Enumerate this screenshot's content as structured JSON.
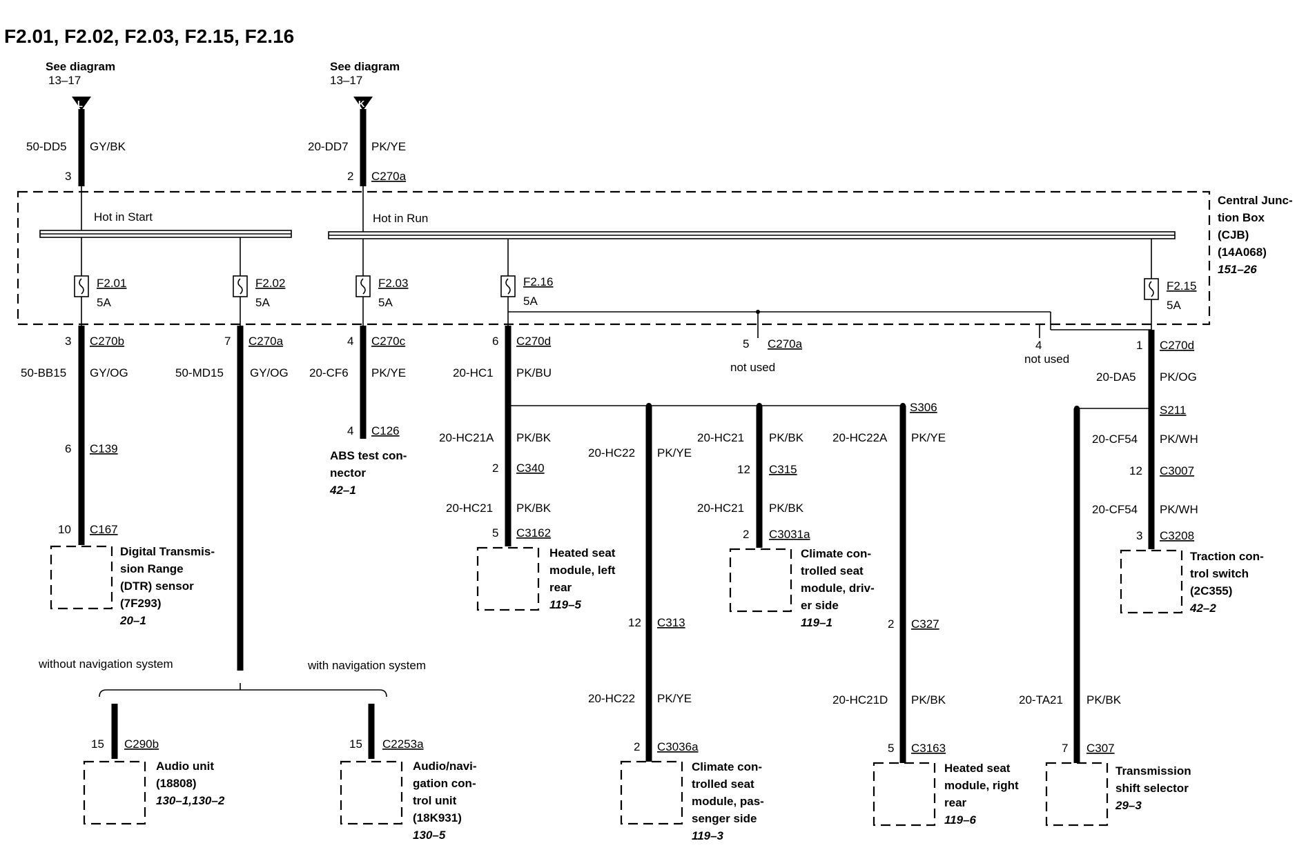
{
  "title": "F2.01, F2.02, F2.03, F2.15, F2.16",
  "inputs": [
    {
      "id": "L",
      "see": "See diagram",
      "ref": "13–17",
      "letter": "L",
      "circuit": "50-DD5",
      "color": "GY/BK",
      "pin": "3",
      "connector": ""
    },
    {
      "id": "K",
      "see": "See diagram",
      "ref": "13–17",
      "letter": "K",
      "circuit": "20-DD7",
      "color": "PK/YE",
      "pin": "2",
      "connector": "C270a"
    }
  ],
  "cjb": {
    "lines": [
      "Central Junc-",
      "tion Box",
      "(CJB)",
      "(14A068)"
    ],
    "ref": "151–26"
  },
  "buses": {
    "start": "Hot in Start",
    "run": "Hot in Run"
  },
  "fuses": [
    {
      "id": "f201",
      "name": "F2.01",
      "amps": "5A"
    },
    {
      "id": "f202",
      "name": "F2.02",
      "amps": "5A"
    },
    {
      "id": "f203",
      "name": "F2.03",
      "amps": "5A"
    },
    {
      "id": "f216",
      "name": "F2.16",
      "amps": "5A"
    },
    {
      "id": "f215",
      "name": "F2.15",
      "amps": "5A"
    }
  ],
  "outputs": {
    "o1": {
      "pin": "3",
      "conn": "C270b",
      "circuit": "50-BB15",
      "color": "GY/OG",
      "pin2": "6",
      "conn2": "C139",
      "pin3": "10",
      "conn3": "C167"
    },
    "o2": {
      "pin": "7",
      "conn": "C270a",
      "circuit": "50-MD15",
      "color": "GY/OG"
    },
    "o3": {
      "pin": "4",
      "conn": "C270c",
      "circuit": "20-CF6",
      "color": "PK/YE",
      "pin2": "4",
      "conn2": "C126"
    },
    "o4": {
      "pin": "6",
      "conn": "C270d",
      "circuit": "20-HC1",
      "color": "PK/BU"
    },
    "o5": {
      "pin": "5",
      "conn": "C270a",
      "note": "not used"
    },
    "o6": {
      "pin": "4",
      "note": "not used"
    },
    "o7": {
      "pin": "1",
      "conn": "C270d",
      "circuit": "20-DA5",
      "color": "PK/OG"
    }
  },
  "splices": [
    "S306",
    "S211"
  ],
  "branches": {
    "b1": {
      "circuit": "20-HC21A",
      "color": "PK/BK",
      "pin": "2",
      "conn": "C340",
      "circuit2": "20-HC21",
      "color2": "PK/BK",
      "pin2": "5",
      "conn2": "C3162"
    },
    "b2": {
      "circuit": "20-HC22",
      "color": "PK/YE",
      "pin": "12",
      "conn": "C313",
      "circuit2": "20-HC22",
      "color2": "PK/YE",
      "pin2": "2",
      "conn2": "C3036a"
    },
    "b3": {
      "circuit": "20-HC21",
      "color": "PK/BK",
      "pin": "12",
      "conn": "C315",
      "circuit2": "20-HC21",
      "color2": "PK/BK",
      "pin2": "2",
      "conn2": "C3031a"
    },
    "b4": {
      "circuit": "20-HC22A",
      "color": "PK/YE",
      "pin": "2",
      "conn": "C327",
      "circuit2": "20-HC21D",
      "color2": "PK/BK",
      "pin2": "5",
      "conn2": "C3163"
    },
    "b5": {
      "circuit": "20-TA21",
      "color": "PK/BK",
      "pin": "7",
      "conn": "C307"
    },
    "b6": {
      "circuit": "20-CF54",
      "color": "PK/WH",
      "pin": "12",
      "conn": "C3007",
      "circuit2": "20-CF54",
      "color2": "PK/WH",
      "pin2": "3",
      "conn2": "C3208"
    }
  },
  "options": {
    "without": "without navigation system",
    "with": "with navigation system"
  },
  "audio": [
    {
      "pin": "15",
      "conn": "C290b"
    },
    {
      "pin": "15",
      "conn": "C2253a"
    }
  ],
  "components": {
    "dtr": {
      "lines": [
        "Digital Transmis-",
        "sion Range",
        "(DTR) sensor",
        "(7F293)"
      ],
      "ref": "20–1"
    },
    "abs": {
      "lines": [
        "ABS test con-",
        "nector"
      ],
      "ref": "42–1"
    },
    "hslr": {
      "lines": [
        "Heated seat",
        "module, left",
        "rear"
      ],
      "ref": "119–5"
    },
    "ccsd": {
      "lines": [
        "Climate con-",
        "trolled seat",
        "module, driv-",
        "er side"
      ],
      "ref": "119–1"
    },
    "tcs": {
      "lines": [
        "Traction con-",
        "trol switch",
        "(2C355)"
      ],
      "ref": "42–2"
    },
    "audio": {
      "lines": [
        "Audio unit",
        "(18808)"
      ],
      "ref": "130–1,130–2"
    },
    "audionav": {
      "lines": [
        "Audio/navi-",
        "gation con-",
        "trol unit",
        "(18K931)"
      ],
      "ref": "130–5"
    },
    "ccsp": {
      "lines": [
        "Climate con-",
        "trolled seat",
        "module, pas-",
        "senger side"
      ],
      "ref": "119–3"
    },
    "hsrr": {
      "lines": [
        "Heated seat",
        "module, right",
        "rear"
      ],
      "ref": "119–6"
    },
    "tss": {
      "lines": [
        "Transmission",
        "shift selector"
      ],
      "ref": "29–3"
    }
  }
}
